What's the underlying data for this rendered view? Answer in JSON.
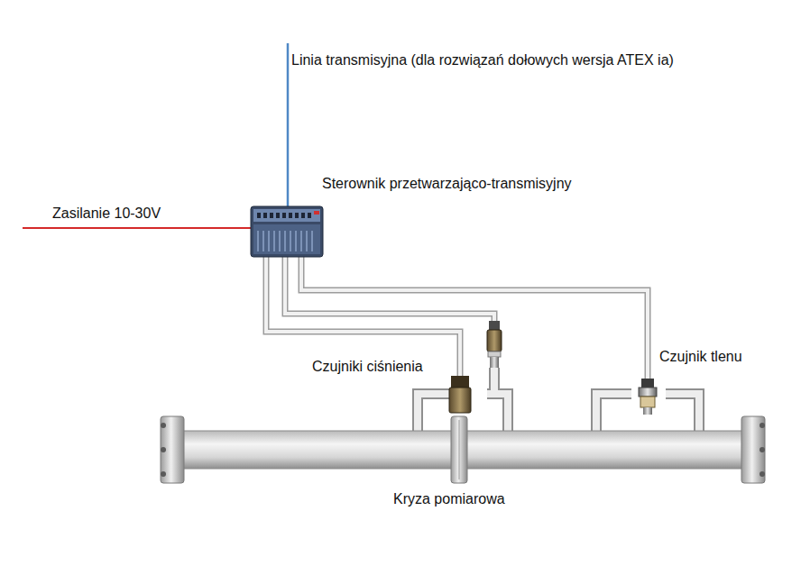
{
  "diagram": {
    "labels": [
      "Linia transmisyjna (dla rozwiązań dołowych wersja ATEX ia)",
      "Sterownik przetwarzająco-transmisyjny",
      "Zasilanie 10-30V",
      "Czujniki ciśnienia",
      "Czujnik tlenu",
      "Kryza pomiarowa"
    ]
  }
}
